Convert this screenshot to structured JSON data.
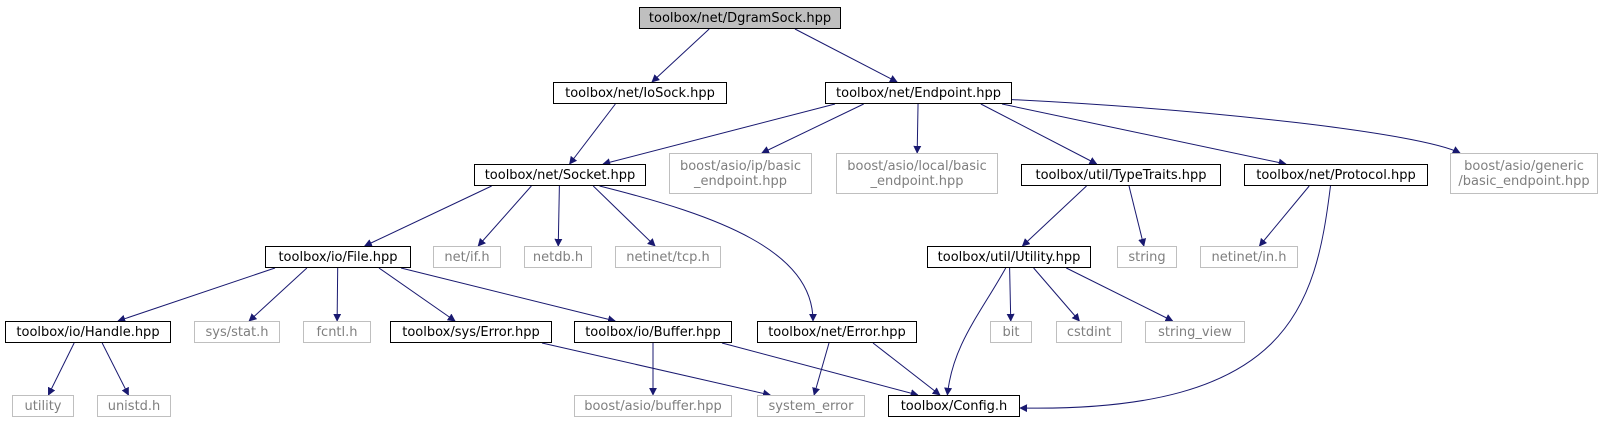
{
  "graph": {
    "edge_color": "#191970",
    "nodes": [
      {
        "id": "dgramsock",
        "label": "toolbox/net/DgramSock.hpp",
        "kind": "root"
      },
      {
        "id": "iosock",
        "label": "toolbox/net/IoSock.hpp",
        "kind": "local"
      },
      {
        "id": "endpoint",
        "label": "toolbox/net/Endpoint.hpp",
        "kind": "local"
      },
      {
        "id": "socket",
        "label": "toolbox/net/Socket.hpp",
        "kind": "local"
      },
      {
        "id": "asio_ip",
        "label": "boost/asio/ip/basic\n_endpoint.hpp",
        "kind": "sys"
      },
      {
        "id": "asio_local",
        "label": "boost/asio/local/basic\n_endpoint.hpp",
        "kind": "sys"
      },
      {
        "id": "typetraits",
        "label": "toolbox/util/TypeTraits.hpp",
        "kind": "local"
      },
      {
        "id": "protocol",
        "label": "toolbox/net/Protocol.hpp",
        "kind": "local"
      },
      {
        "id": "asio_generic",
        "label": "boost/asio/generic\n/basic_endpoint.hpp",
        "kind": "sys"
      },
      {
        "id": "file",
        "label": "toolbox/io/File.hpp",
        "kind": "local"
      },
      {
        "id": "net_if",
        "label": "net/if.h",
        "kind": "sys"
      },
      {
        "id": "netdb",
        "label": "netdb.h",
        "kind": "sys"
      },
      {
        "id": "netinet_tcp",
        "label": "netinet/tcp.h",
        "kind": "sys"
      },
      {
        "id": "utility_hpp",
        "label": "toolbox/util/Utility.hpp",
        "kind": "local"
      },
      {
        "id": "string",
        "label": "string",
        "kind": "sys"
      },
      {
        "id": "netinet_in",
        "label": "netinet/in.h",
        "kind": "sys"
      },
      {
        "id": "handle",
        "label": "toolbox/io/Handle.hpp",
        "kind": "local"
      },
      {
        "id": "sys_stat",
        "label": "sys/stat.h",
        "kind": "sys"
      },
      {
        "id": "fcntl",
        "label": "fcntl.h",
        "kind": "sys"
      },
      {
        "id": "sys_error",
        "label": "toolbox/sys/Error.hpp",
        "kind": "local"
      },
      {
        "id": "buffer",
        "label": "toolbox/io/Buffer.hpp",
        "kind": "local"
      },
      {
        "id": "net_error",
        "label": "toolbox/net/Error.hpp",
        "kind": "local"
      },
      {
        "id": "bit",
        "label": "bit",
        "kind": "sys"
      },
      {
        "id": "cstdint",
        "label": "cstdint",
        "kind": "sys"
      },
      {
        "id": "string_view",
        "label": "string_view",
        "kind": "sys"
      },
      {
        "id": "utility",
        "label": "utility",
        "kind": "sys"
      },
      {
        "id": "unistd",
        "label": "unistd.h",
        "kind": "sys"
      },
      {
        "id": "asio_buffer",
        "label": "boost/asio/buffer.hpp",
        "kind": "sys"
      },
      {
        "id": "system_error",
        "label": "system_error",
        "kind": "sys"
      },
      {
        "id": "config",
        "label": "toolbox/Config.h",
        "kind": "local"
      }
    ],
    "edges": [
      [
        "dgramsock",
        "iosock"
      ],
      [
        "dgramsock",
        "endpoint"
      ],
      [
        "iosock",
        "socket"
      ],
      [
        "endpoint",
        "socket"
      ],
      [
        "endpoint",
        "asio_ip"
      ],
      [
        "endpoint",
        "asio_local"
      ],
      [
        "endpoint",
        "typetraits"
      ],
      [
        "endpoint",
        "protocol"
      ],
      [
        "endpoint",
        "asio_generic"
      ],
      [
        "socket",
        "file"
      ],
      [
        "socket",
        "net_if"
      ],
      [
        "socket",
        "netdb"
      ],
      [
        "socket",
        "netinet_tcp"
      ],
      [
        "socket",
        "net_error"
      ],
      [
        "typetraits",
        "utility_hpp"
      ],
      [
        "typetraits",
        "string"
      ],
      [
        "protocol",
        "netinet_in"
      ],
      [
        "protocol",
        "config"
      ],
      [
        "file",
        "handle"
      ],
      [
        "file",
        "sys_stat"
      ],
      [
        "file",
        "fcntl"
      ],
      [
        "file",
        "sys_error"
      ],
      [
        "file",
        "buffer"
      ],
      [
        "utility_hpp",
        "config"
      ],
      [
        "utility_hpp",
        "bit"
      ],
      [
        "utility_hpp",
        "cstdint"
      ],
      [
        "utility_hpp",
        "string_view"
      ],
      [
        "handle",
        "utility"
      ],
      [
        "handle",
        "unistd"
      ],
      [
        "sys_error",
        "system_error"
      ],
      [
        "buffer",
        "asio_buffer"
      ],
      [
        "buffer",
        "config"
      ],
      [
        "net_error",
        "system_error"
      ],
      [
        "net_error",
        "config"
      ]
    ]
  }
}
